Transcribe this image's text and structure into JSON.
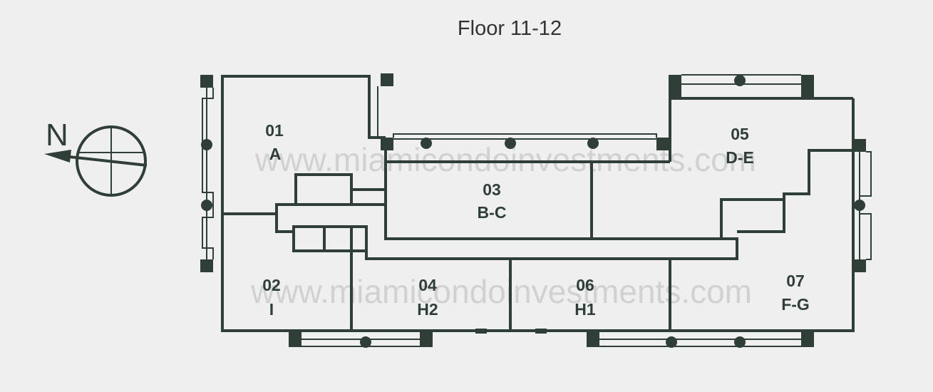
{
  "title": "Floor 11-12",
  "compass": {
    "label": "N",
    "icon": "north-compass-icon"
  },
  "watermark": "www.miamicondoinvestments.com",
  "units": [
    {
      "number": "01",
      "type": "A"
    },
    {
      "number": "02",
      "type": "I"
    },
    {
      "number": "03",
      "type": "B-C"
    },
    {
      "number": "04",
      "type": "H2"
    },
    {
      "number": "05",
      "type": "D-E"
    },
    {
      "number": "06",
      "type": "H1"
    },
    {
      "number": "07",
      "type": "F-G"
    }
  ],
  "colors": {
    "wall": "#2f3f38",
    "background": "#efefef",
    "watermark": "#c8c8c8"
  }
}
